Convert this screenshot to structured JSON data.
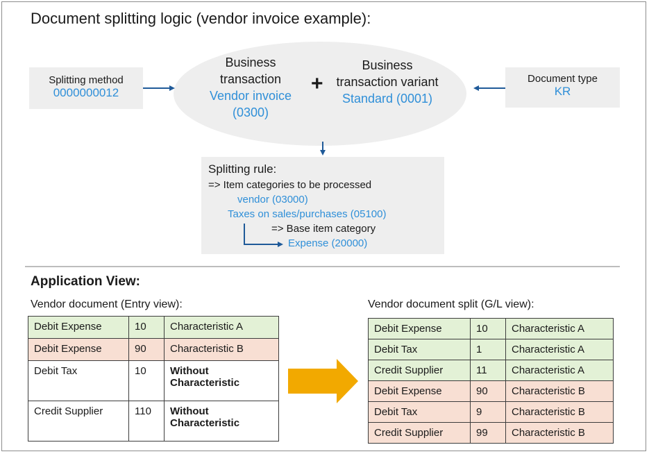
{
  "title": "Document splitting logic (vendor invoice example):",
  "splitting_method": {
    "label": "Splitting method",
    "value": "0000000012"
  },
  "business_transaction": {
    "label_line1": "Business",
    "label_line2": "transaction",
    "value_line1": "Vendor invoice",
    "value_line2": "(0300)"
  },
  "plus_sign": "+",
  "transaction_variant": {
    "label_line1": "Business",
    "label_line2": "transaction variant",
    "value": "Standard (0001)"
  },
  "document_type": {
    "label": "Document type",
    "value": "KR"
  },
  "splitting_rule": {
    "heading": "Splitting rule:",
    "item_categories_label": "=> Item categories to be processed",
    "item_categories": [
      "vendor (03000)",
      "Taxes on sales/purchases (05100)"
    ],
    "base_label": "=> Base item category",
    "base_value": "Expense (20000)"
  },
  "application_view": {
    "heading": "Application View:",
    "entry_caption": "Vendor document (Entry view):",
    "split_caption": "Vendor document split (G/L view):",
    "entry_rows": [
      {
        "account": "Debit Expense",
        "amount": "10",
        "char_line1": "Characteristic A",
        "char_line2": "",
        "bold": false,
        "color": "#e3f1d6"
      },
      {
        "account": "Debit Expense",
        "amount": "90",
        "char_line1": "Characteristic B",
        "char_line2": "",
        "bold": false,
        "color": "#f8dfd3"
      },
      {
        "account": "Debit Tax",
        "amount": "10",
        "char_line1": "Without",
        "char_line2": "Characteristic",
        "bold": true,
        "color": "#ffffff"
      },
      {
        "account": "Credit Supplier",
        "amount": "110",
        "char_line1": "Without",
        "char_line2": "Characteristic",
        "bold": true,
        "color": "#ffffff"
      }
    ],
    "split_rows": [
      {
        "account": "Debit Expense",
        "amount": "10",
        "char": "Characteristic A",
        "color": "#e3f1d6"
      },
      {
        "account": "Debit Tax",
        "amount": "1",
        "char": "Characteristic A",
        "color": "#e3f1d6"
      },
      {
        "account": "Credit Supplier",
        "amount": "11",
        "char": "Characteristic A",
        "color": "#e3f1d6"
      },
      {
        "account": "Debit Expense",
        "amount": "90",
        "char": "Characteristic B",
        "color": "#f8dfd3"
      },
      {
        "account": "Debit Tax",
        "amount": "9",
        "char": "Characteristic B",
        "color": "#f8dfd3"
      },
      {
        "account": "Credit Supplier",
        "amount": "99",
        "char": "Characteristic B",
        "color": "#f8dfd3"
      }
    ]
  },
  "colors": {
    "value_blue": "#2f8fd8",
    "arrow_blue": "#1f5a99",
    "big_arrow": "#f2a900",
    "green_row": "#e3f1d6",
    "salmon_row": "#f8dfd3"
  },
  "icons": {
    "connector_arrow": "right-arrow-icon",
    "big_arrow": "large-right-arrow-icon"
  }
}
